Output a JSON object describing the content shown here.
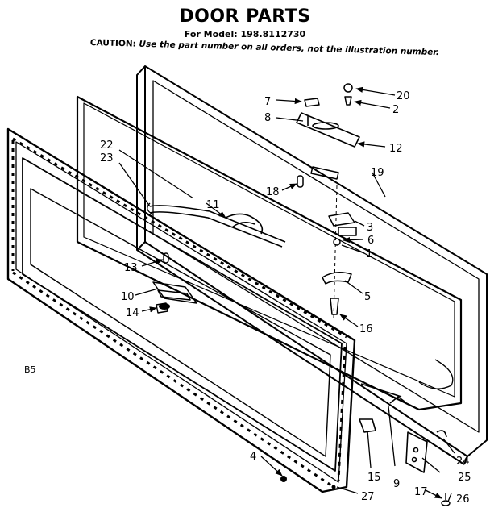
{
  "header": {
    "title": "DOOR PARTS",
    "model_line": "For Model: 198.8112730",
    "caution_label": "CAUTION:",
    "caution_text": " Use the part number on all orders, not the illustration number."
  },
  "note": "B5",
  "callouts": [
    {
      "id": "c7",
      "text": "7"
    },
    {
      "id": "c8",
      "text": "8"
    },
    {
      "id": "c20",
      "text": "20"
    },
    {
      "id": "c2",
      "text": "2"
    },
    {
      "id": "c12",
      "text": "12"
    },
    {
      "id": "c22",
      "text": "22"
    },
    {
      "id": "c23",
      "text": "23"
    },
    {
      "id": "c19",
      "text": "19"
    },
    {
      "id": "c18",
      "text": "18"
    },
    {
      "id": "c11",
      "text": "11"
    },
    {
      "id": "c3",
      "text": "3"
    },
    {
      "id": "c6",
      "text": "6"
    },
    {
      "id": "c1",
      "text": "1"
    },
    {
      "id": "c13",
      "text": "13"
    },
    {
      "id": "c5",
      "text": "5"
    },
    {
      "id": "c10",
      "text": "10"
    },
    {
      "id": "c14",
      "text": "14"
    },
    {
      "id": "c16",
      "text": "16"
    },
    {
      "id": "c4",
      "text": "4"
    },
    {
      "id": "c9",
      "text": "9"
    },
    {
      "id": "c15",
      "text": "15"
    },
    {
      "id": "c24",
      "text": "24"
    },
    {
      "id": "c25",
      "text": "25"
    },
    {
      "id": "c17",
      "text": "17"
    },
    {
      "id": "c27",
      "text": "27"
    },
    {
      "id": "c26",
      "text": "26"
    }
  ]
}
